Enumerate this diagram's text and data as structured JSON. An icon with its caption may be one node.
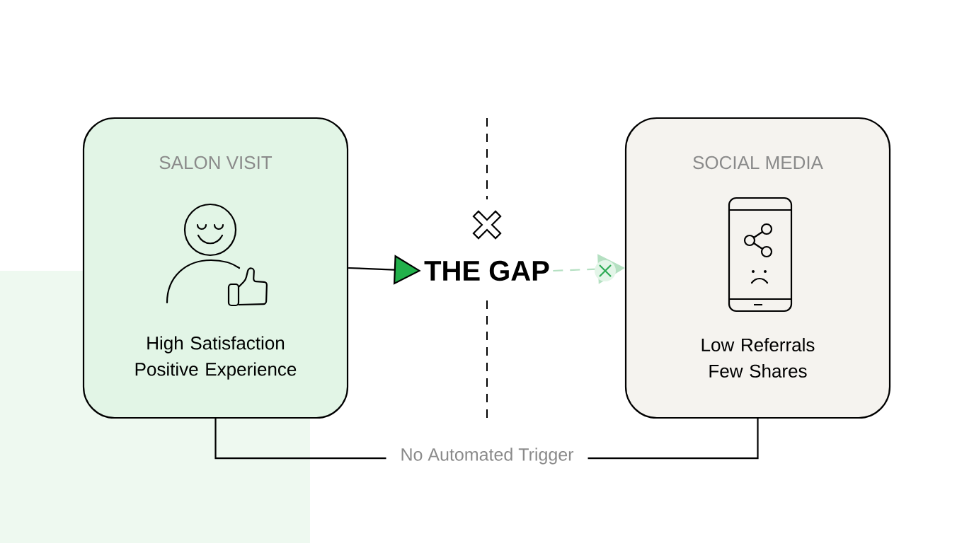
{
  "diagram": {
    "nodes": [
      {
        "text": [
          "SALON VISIT",
          "High Satisfaction Positive Experience"
        ]
      },
      {
        "text": [
          "THE GAP"
        ]
      },
      {
        "text": [
          "SOCIAL MEDIA",
          "Low Referrals Few Shares"
        ]
      }
    ],
    "edges": [
      {
        "from": 0,
        "to": 1,
        "arrow": "to"
      },
      {
        "from": 1,
        "to": 2,
        "arrow": "to",
        "style": "dashed",
        "color": "#b5e0c2"
      },
      {
        "from": 0,
        "to": 2,
        "arrow": "none",
        "label": "No Automated Trigger"
      }
    ]
  }
}
